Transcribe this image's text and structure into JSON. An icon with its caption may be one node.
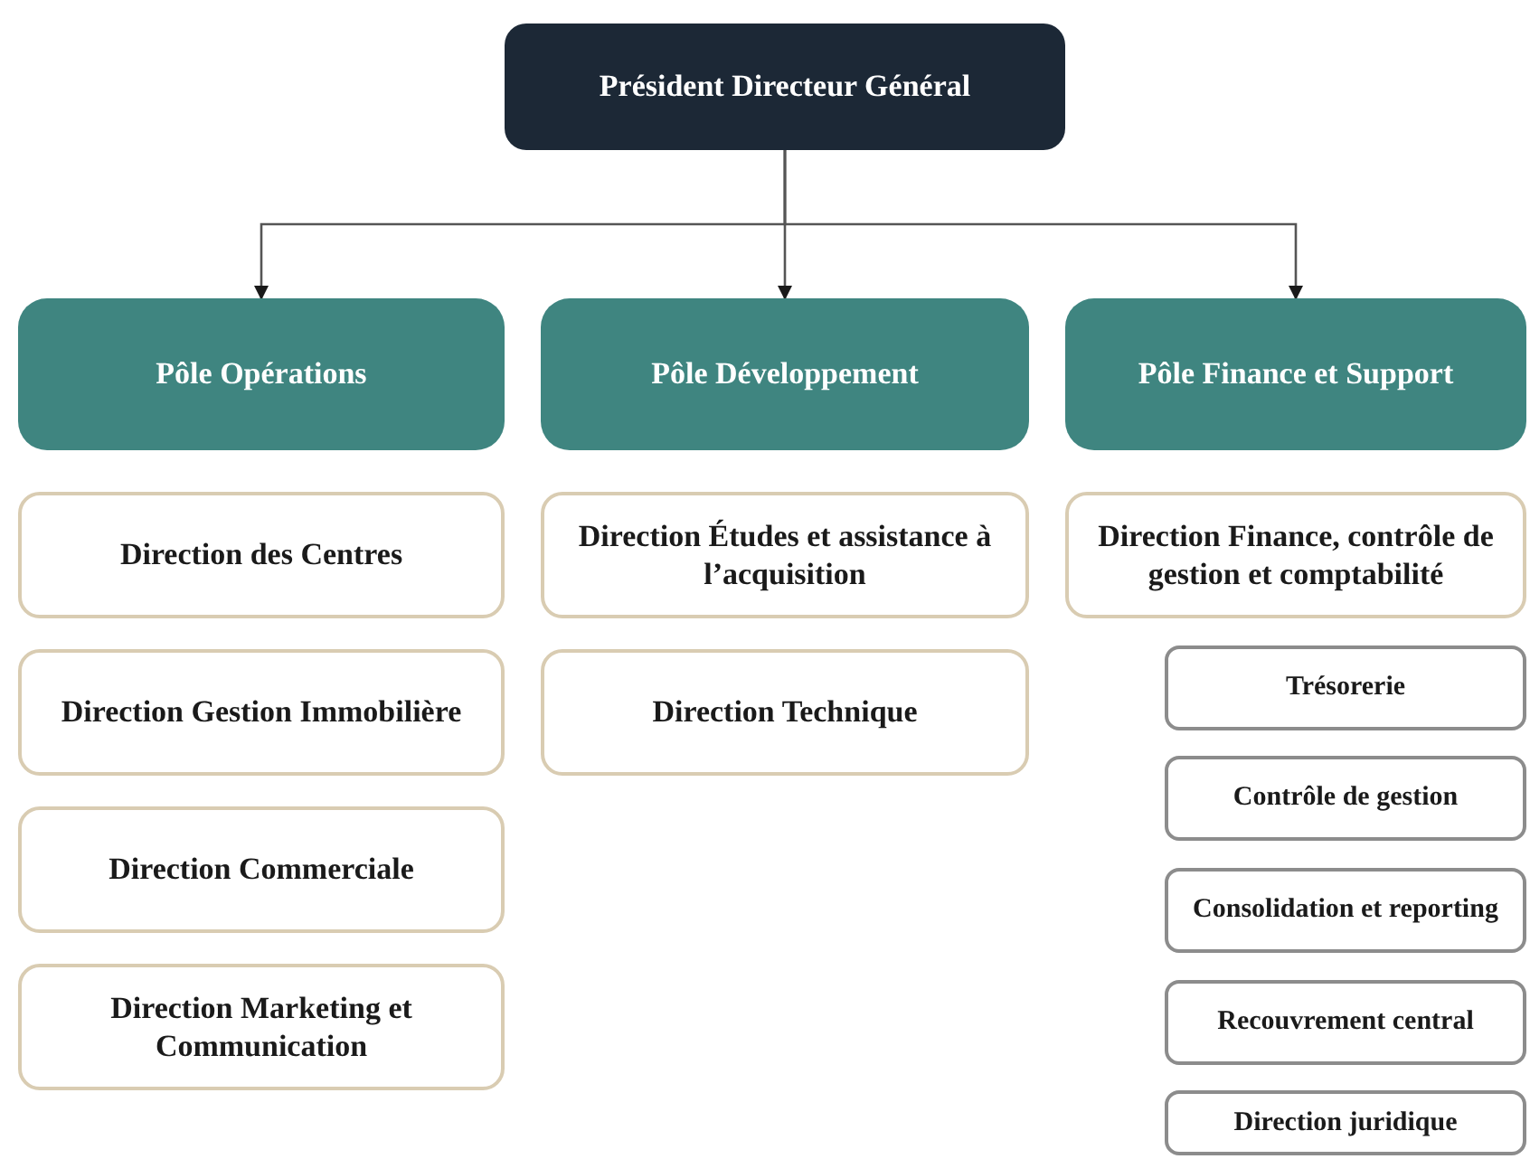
{
  "diagram": {
    "nodes": [
      {
        "text": [
          "Président Directeur Général"
        ]
      },
      {
        "text": [
          "Pôle Opérations"
        ]
      },
      {
        "text": [
          "Pôle Développement"
        ]
      },
      {
        "text": [
          "Pôle Finance et Support"
        ]
      },
      {
        "text": [
          "Direction des Centres"
        ]
      },
      {
        "text": [
          "Direction Gestion Immobilière"
        ]
      },
      {
        "text": [
          "Direction Commerciale"
        ]
      },
      {
        "text": [
          "Direction Marketing et Communication"
        ]
      },
      {
        "text": [
          "Direction Études et assistance à l’acquisition"
        ]
      },
      {
        "text": [
          "Direction Technique"
        ]
      },
      {
        "text": [
          "Direction Finance, contrôle de gestion et comptabilité"
        ]
      },
      {
        "text": [
          "Trésorerie"
        ]
      },
      {
        "text": [
          "Contrôle de gestion"
        ]
      },
      {
        "text": [
          "Consolidation et reporting"
        ]
      },
      {
        "text": [
          "Recouvrement central"
        ]
      },
      {
        "text": [
          "Direction juridique"
        ]
      }
    ],
    "edges": [
      {
        "from": 0,
        "to": 1,
        "arrow": "to"
      },
      {
        "from": 0,
        "to": 2,
        "arrow": "to"
      },
      {
        "from": 0,
        "to": 3,
        "arrow": "to"
      }
    ]
  }
}
